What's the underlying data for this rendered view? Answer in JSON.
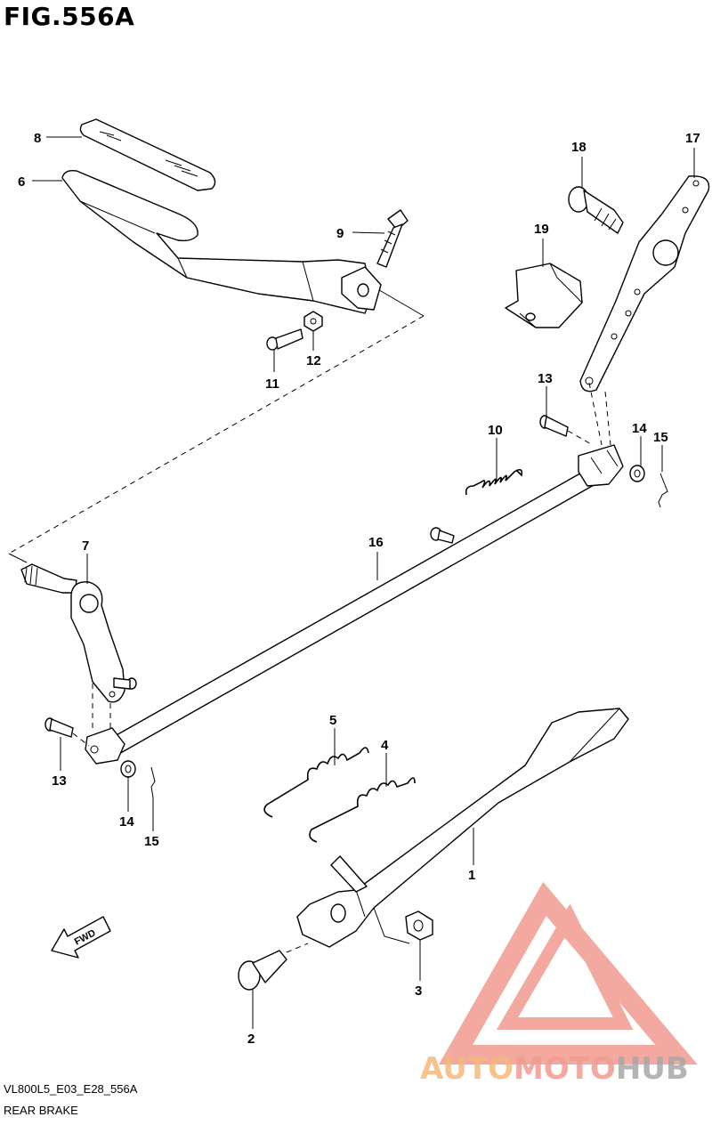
{
  "figure": {
    "title": "FIG.556A",
    "code": "VL800L5_E03_E28_556A",
    "name": "REAR BRAKE"
  },
  "callouts": [
    "8",
    "6",
    "9",
    "11",
    "12",
    "18",
    "17",
    "19",
    "13",
    "10",
    "14",
    "15",
    "7",
    "16",
    "13",
    "14",
    "15",
    "5",
    "4",
    "1",
    "3",
    "2"
  ],
  "direction_label": "FWD",
  "watermark": {
    "part1": "AUTO",
    "part2": "MOTO",
    "part3": "HUB",
    "color_orange": "#f5b97a",
    "color_red": "#f19b8f",
    "color_gray": "#a7a7a7"
  }
}
